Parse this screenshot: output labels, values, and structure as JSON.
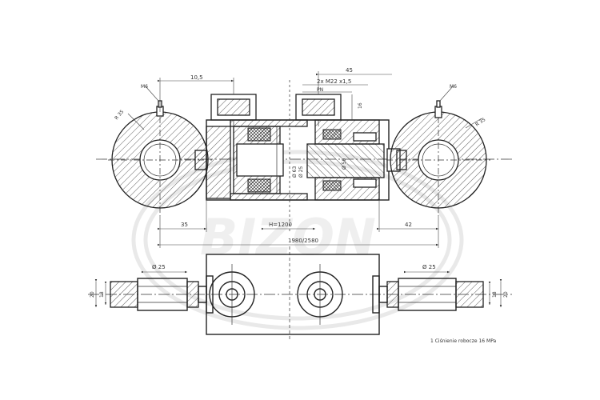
{
  "colors": {
    "line": "#222222",
    "background": "#ffffff",
    "watermark": "#e9e9e9"
  },
  "watermark": {
    "text": "BIZON"
  },
  "dimensions": {
    "d_port_offset": "10,5",
    "d_port_spacing": "45",
    "d_port_thread": "2x M22 x1,5",
    "d_port_code": "PN",
    "d_port_depth": "16",
    "d_grease_left": "M6",
    "d_grease_right": "M6",
    "d_eye_radius_left": "R 35",
    "d_eye_radius_right": "R 35",
    "d_bore": "Ø 63",
    "d_bore_inner": "Ø 25",
    "d_rod": "Ø 50",
    "d_left_end": "35",
    "d_right_end": "42",
    "d_stroke": "H=1200",
    "d_total_length": "1980/2580",
    "d_pin_left": "Ø 25",
    "d_pin_right": "Ø 25",
    "d_width_left_outer": "20",
    "d_width_left_inner": "18",
    "d_width_right_inner": "18",
    "d_width_right_outer": "20"
  },
  "note": {
    "text": "1 Ciśnienie robocze     16 MPa"
  }
}
